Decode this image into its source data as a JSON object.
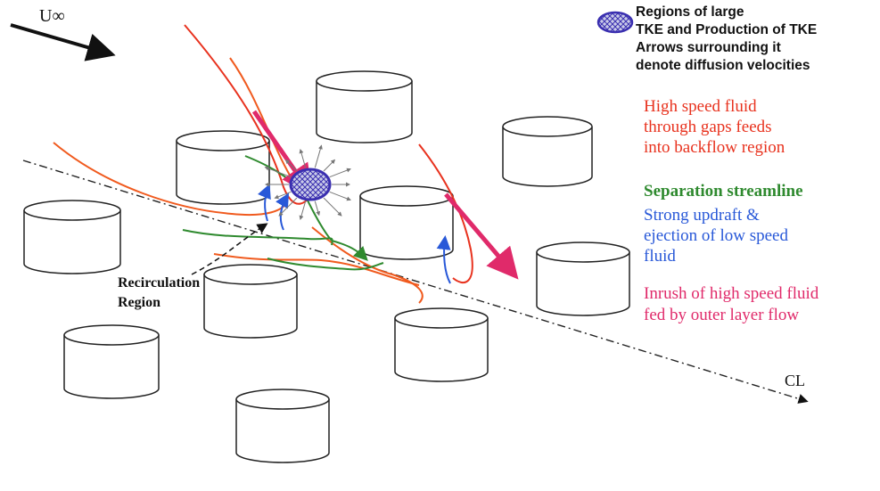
{
  "freestream_label": "U∞",
  "recirculation_label": [
    "Recirculation",
    "Region"
  ],
  "centerline_label": "CL",
  "colors": {
    "black": "#111111",
    "red": "#e8321e",
    "orange": "#f05a1e",
    "green": "#2f8a2f",
    "blue": "#2858d8",
    "pink": "#e02a6a",
    "tke_fill": "#9aa0d8",
    "tke_stroke": "#3a2fb0"
  },
  "legend": {
    "tke": [
      "Regions of large",
      "TKE and Production of TKE",
      "Arrows surrounding it",
      "denote diffusion velocities"
    ],
    "high_speed": [
      "High speed fluid",
      "through gaps feeds",
      "into backflow region"
    ],
    "separation": [
      "Separation streamline"
    ],
    "updraft": [
      "Strong updraft &",
      "ejection of low speed",
      "fluid"
    ],
    "inrush": [
      "Inrush of high speed fluid",
      "fed by outer layer flow"
    ]
  }
}
